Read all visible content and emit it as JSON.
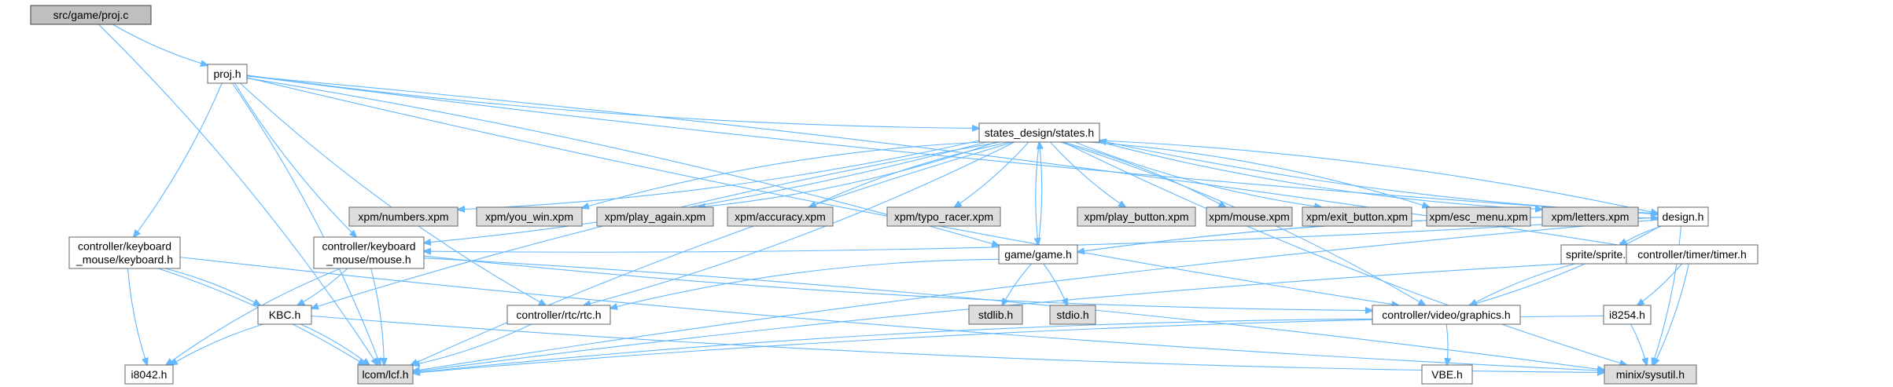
{
  "diagram": {
    "title": "",
    "style": {
      "edge_color": "#63b8ff",
      "root_fill": "#bfbfbf",
      "system_fill": "#dddddd",
      "node_fill": "#ffffff",
      "border": "#666666"
    },
    "nodes": [
      {
        "id": "root",
        "lines": [
          "src/game/proj.c"
        ],
        "kind": "root"
      },
      {
        "id": "proj",
        "lines": [
          "proj.h"
        ],
        "kind": "white"
      },
      {
        "id": "states",
        "lines": [
          "states_design/states.h"
        ],
        "kind": "white"
      },
      {
        "id": "kbd",
        "lines": [
          "controller/keyboard",
          "_mouse/keyboard.h"
        ],
        "kind": "white"
      },
      {
        "id": "mouse",
        "lines": [
          "controller/keyboard",
          "_mouse/mouse.h"
        ],
        "kind": "white"
      },
      {
        "id": "xpm_numbers",
        "lines": [
          "xpm/numbers.xpm"
        ],
        "kind": "grey"
      },
      {
        "id": "xpm_youwin",
        "lines": [
          "xpm/you_win.xpm"
        ],
        "kind": "grey"
      },
      {
        "id": "xpm_playagain",
        "lines": [
          "xpm/play_again.xpm"
        ],
        "kind": "grey"
      },
      {
        "id": "xpm_accuracy",
        "lines": [
          "xpm/accuracy.xpm"
        ],
        "kind": "grey"
      },
      {
        "id": "xpm_typo",
        "lines": [
          "xpm/typo_racer.xpm"
        ],
        "kind": "grey"
      },
      {
        "id": "xpm_playbtn",
        "lines": [
          "xpm/play_button.xpm"
        ],
        "kind": "grey"
      },
      {
        "id": "xpm_mouse",
        "lines": [
          "xpm/mouse.xpm"
        ],
        "kind": "grey"
      },
      {
        "id": "xpm_exit",
        "lines": [
          "xpm/exit_button.xpm"
        ],
        "kind": "grey"
      },
      {
        "id": "xpm_esc",
        "lines": [
          "xpm/esc_menu.xpm"
        ],
        "kind": "grey"
      },
      {
        "id": "xpm_letters",
        "lines": [
          "xpm/letters.xpm"
        ],
        "kind": "grey"
      },
      {
        "id": "design",
        "lines": [
          "design.h"
        ],
        "kind": "white"
      },
      {
        "id": "game",
        "lines": [
          "game/game.h"
        ],
        "kind": "white"
      },
      {
        "id": "sprite",
        "lines": [
          "sprite/sprite.h"
        ],
        "kind": "white"
      },
      {
        "id": "timer",
        "lines": [
          "controller/timer/timer.h"
        ],
        "kind": "white"
      },
      {
        "id": "kbc",
        "lines": [
          "KBC.h"
        ],
        "kind": "white"
      },
      {
        "id": "rtc",
        "lines": [
          "controller/rtc/rtc.h"
        ],
        "kind": "white"
      },
      {
        "id": "stdlib",
        "lines": [
          "stdlib.h"
        ],
        "kind": "grey"
      },
      {
        "id": "stdio",
        "lines": [
          "stdio.h"
        ],
        "kind": "grey"
      },
      {
        "id": "graphics",
        "lines": [
          "controller/video/graphics.h"
        ],
        "kind": "white"
      },
      {
        "id": "i8254",
        "lines": [
          "i8254.h"
        ],
        "kind": "white"
      },
      {
        "id": "i8042",
        "lines": [
          "i8042.h"
        ],
        "kind": "white"
      },
      {
        "id": "lcf",
        "lines": [
          "lcom/lcf.h"
        ],
        "kind": "grey"
      },
      {
        "id": "vbe",
        "lines": [
          "VBE.h"
        ],
        "kind": "white"
      },
      {
        "id": "sysutil",
        "lines": [
          "minix/sysutil.h"
        ],
        "kind": "grey"
      }
    ],
    "edges": [
      [
        "root",
        "proj"
      ],
      [
        "root",
        "lcf"
      ],
      [
        "proj",
        "states"
      ],
      [
        "proj",
        "kbd"
      ],
      [
        "proj",
        "mouse"
      ],
      [
        "proj",
        "game"
      ],
      [
        "proj",
        "rtc"
      ],
      [
        "proj",
        "lcf"
      ],
      [
        "proj",
        "design"
      ],
      [
        "proj",
        "timer"
      ],
      [
        "proj",
        "graphics"
      ],
      [
        "states",
        "xpm_numbers"
      ],
      [
        "states",
        "xpm_youwin"
      ],
      [
        "states",
        "xpm_playagain"
      ],
      [
        "states",
        "xpm_accuracy"
      ],
      [
        "states",
        "xpm_typo"
      ],
      [
        "states",
        "xpm_playbtn"
      ],
      [
        "states",
        "xpm_mouse"
      ],
      [
        "states",
        "xpm_exit"
      ],
      [
        "states",
        "xpm_esc"
      ],
      [
        "states",
        "xpm_letters"
      ],
      [
        "states",
        "design"
      ],
      [
        "states",
        "game"
      ],
      [
        "states",
        "mouse"
      ],
      [
        "states",
        "kbc"
      ],
      [
        "states",
        "rtc"
      ],
      [
        "states",
        "lcf"
      ],
      [
        "states",
        "graphics"
      ],
      [
        "states",
        "sysutil"
      ],
      [
        "design",
        "states"
      ],
      [
        "design",
        "game"
      ],
      [
        "design",
        "mouse"
      ],
      [
        "design",
        "sprite"
      ],
      [
        "design",
        "graphics"
      ],
      [
        "design",
        "lcf"
      ],
      [
        "design",
        "sysutil"
      ],
      [
        "game",
        "states"
      ],
      [
        "game",
        "design"
      ],
      [
        "game",
        "stdlib"
      ],
      [
        "game",
        "stdio"
      ],
      [
        "game",
        "rtc"
      ],
      [
        "kbd",
        "kbc"
      ],
      [
        "kbd",
        "i8042"
      ],
      [
        "kbd",
        "lcf"
      ],
      [
        "kbd",
        "sysutil"
      ],
      [
        "mouse",
        "kbc"
      ],
      [
        "mouse",
        "i8042"
      ],
      [
        "mouse",
        "lcf"
      ],
      [
        "mouse",
        "graphics"
      ],
      [
        "mouse",
        "sysutil"
      ],
      [
        "kbc",
        "i8042"
      ],
      [
        "kbc",
        "lcf"
      ],
      [
        "kbc",
        "sysutil"
      ],
      [
        "rtc",
        "lcf"
      ],
      [
        "sprite",
        "graphics"
      ],
      [
        "graphics",
        "vbe"
      ],
      [
        "graphics",
        "lcf"
      ],
      [
        "timer",
        "i8254"
      ],
      [
        "timer",
        "lcf"
      ],
      [
        "timer",
        "sysutil"
      ],
      [
        "i8254",
        "lcf"
      ],
      [
        "i8254",
        "sysutil"
      ]
    ]
  }
}
